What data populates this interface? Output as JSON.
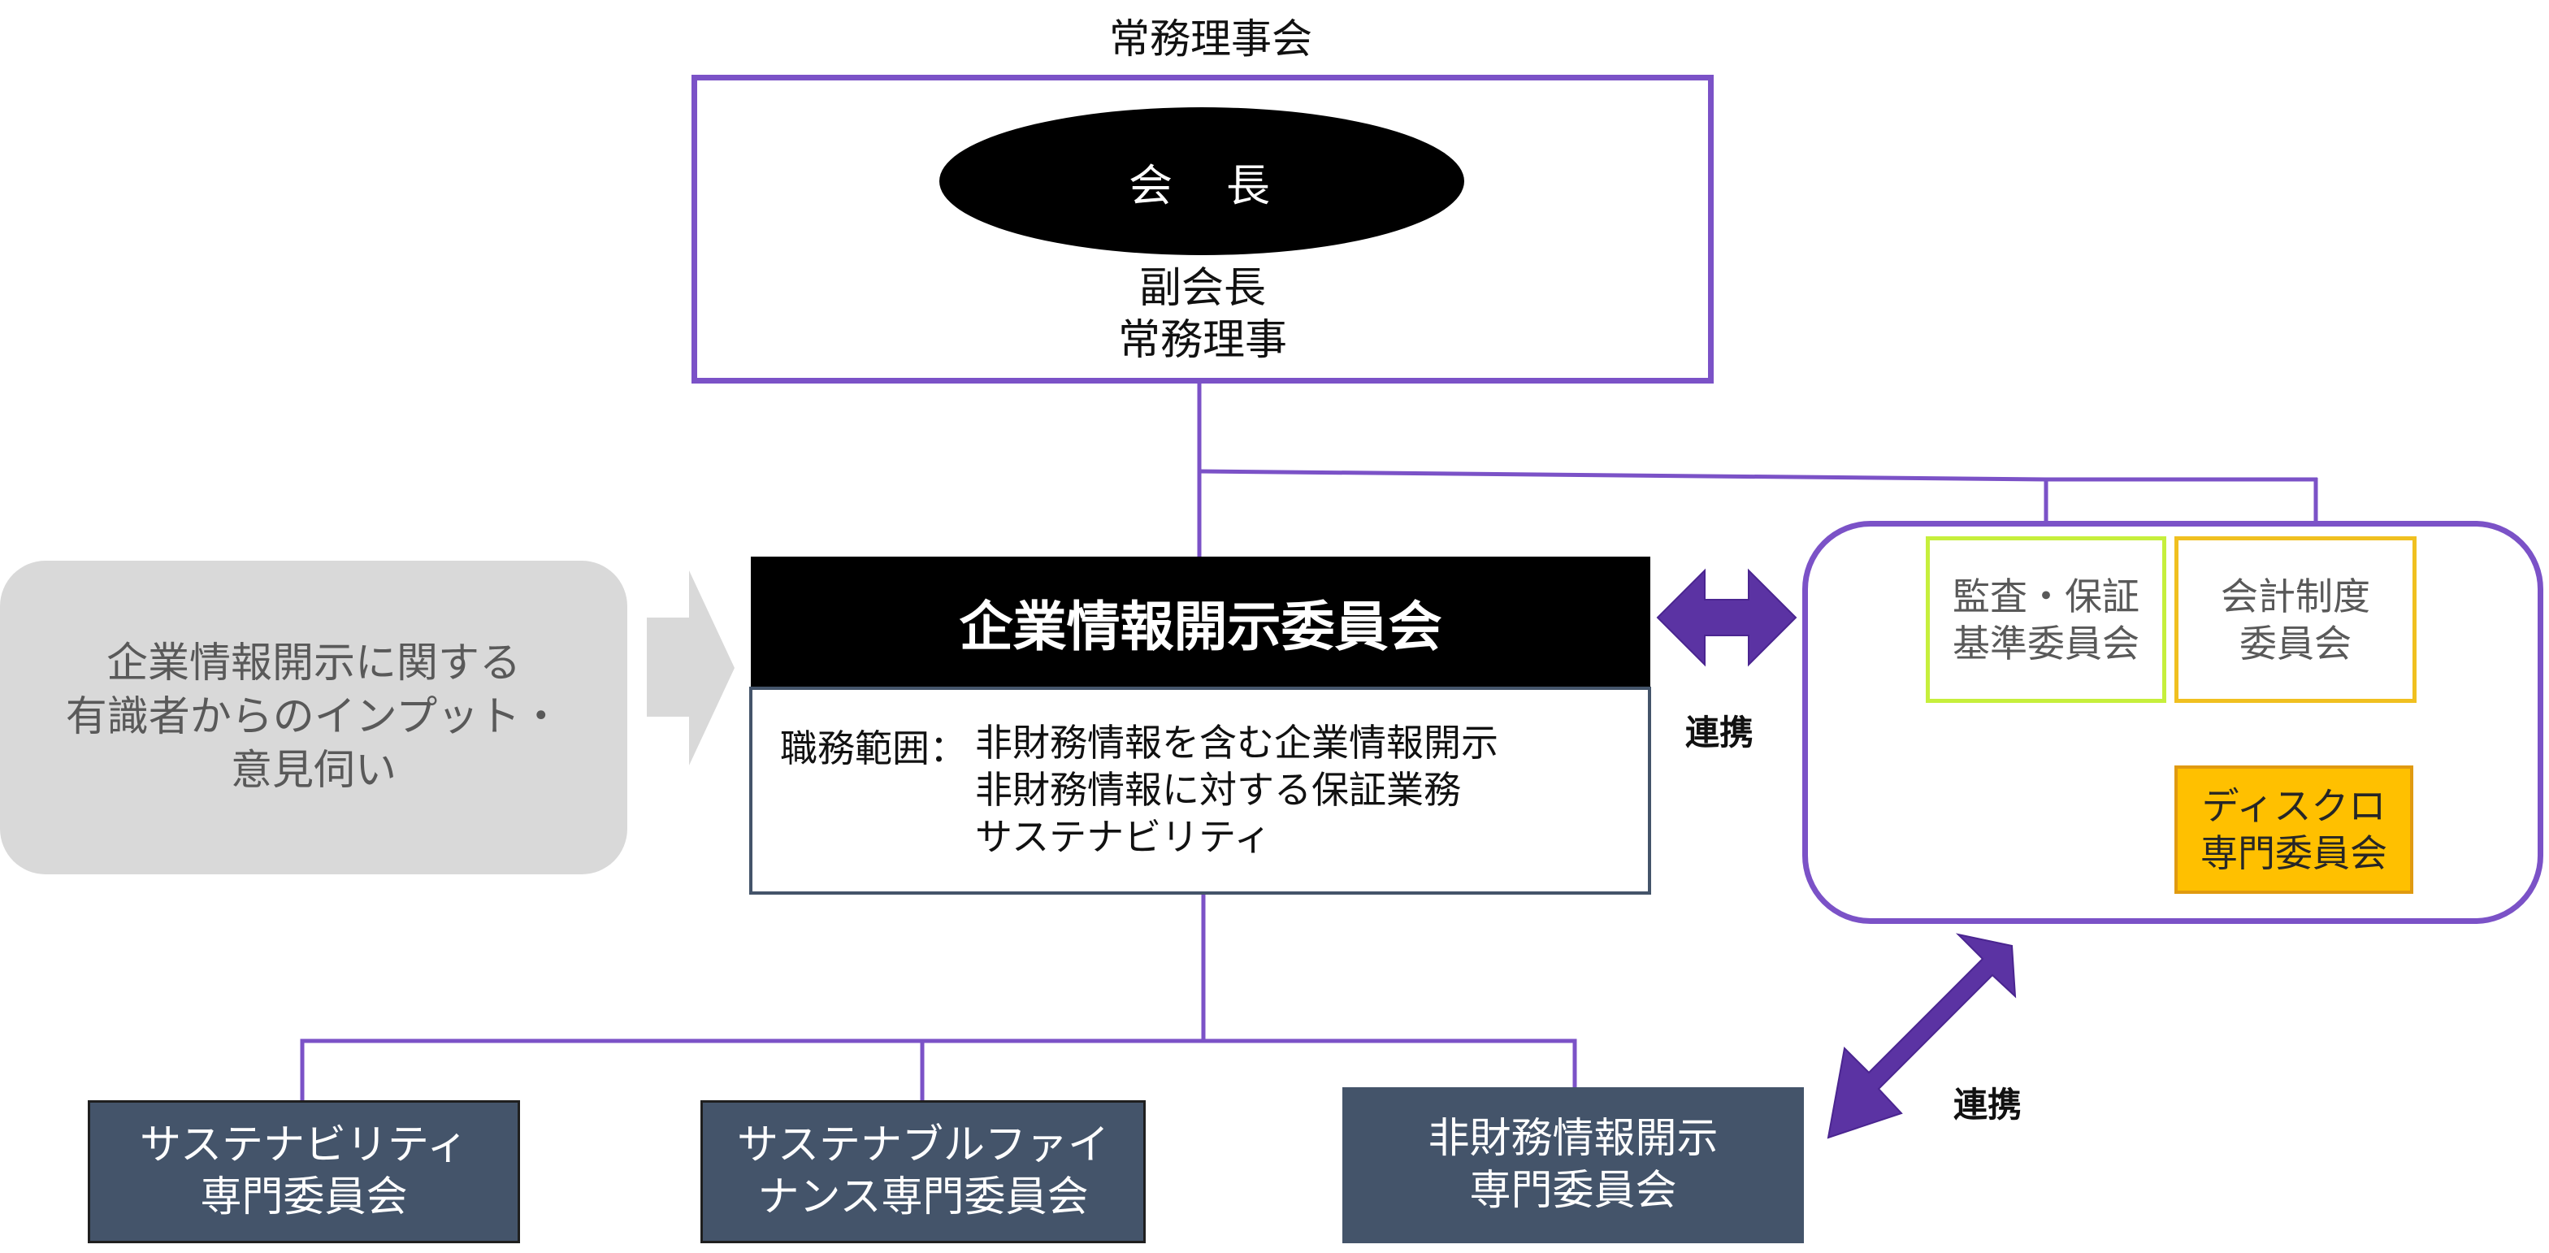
{
  "board_title": "常務理事会",
  "board": {
    "chair": "会　長",
    "members": [
      "副会長",
      "常務理事"
    ]
  },
  "input_panel": {
    "lines": [
      "企業情報開示に関する",
      "有識者からのインプット・",
      "意見伺い"
    ]
  },
  "main_committee": {
    "title": "企業情報開示委員会",
    "scope_label": "職務範囲：",
    "scope_items": [
      "非財務情報を含む企業情報開示",
      "非財務情報に対する保証業務",
      "サステナビリティ"
    ]
  },
  "links": {
    "upper": "連携",
    "lower": "連携"
  },
  "partner_committees": {
    "audit": [
      "監査・保証",
      "基準委員会"
    ],
    "accounting": [
      "会計制度",
      "委員会"
    ],
    "disclosure": [
      "ディスクロ",
      "専門委員会"
    ]
  },
  "sub_committees": [
    {
      "lines": [
        "サステナビリティ",
        "専門委員会"
      ]
    },
    {
      "lines": [
        "サステナブルファイ",
        "ナンス専門委員会"
      ]
    },
    {
      "lines": [
        "非財務情報開示",
        "専門委員会"
      ]
    }
  ],
  "colors": {
    "connector": "#7b52c7",
    "arrow": "#5b33a3",
    "header_bg": "#000000",
    "sub_committee_bg": "#44546a",
    "input_bg": "#d9d9d9",
    "audit_border": "#c6ef3c",
    "accounting_border": "#f0c020",
    "disclosure_bg": "#ffc000"
  }
}
